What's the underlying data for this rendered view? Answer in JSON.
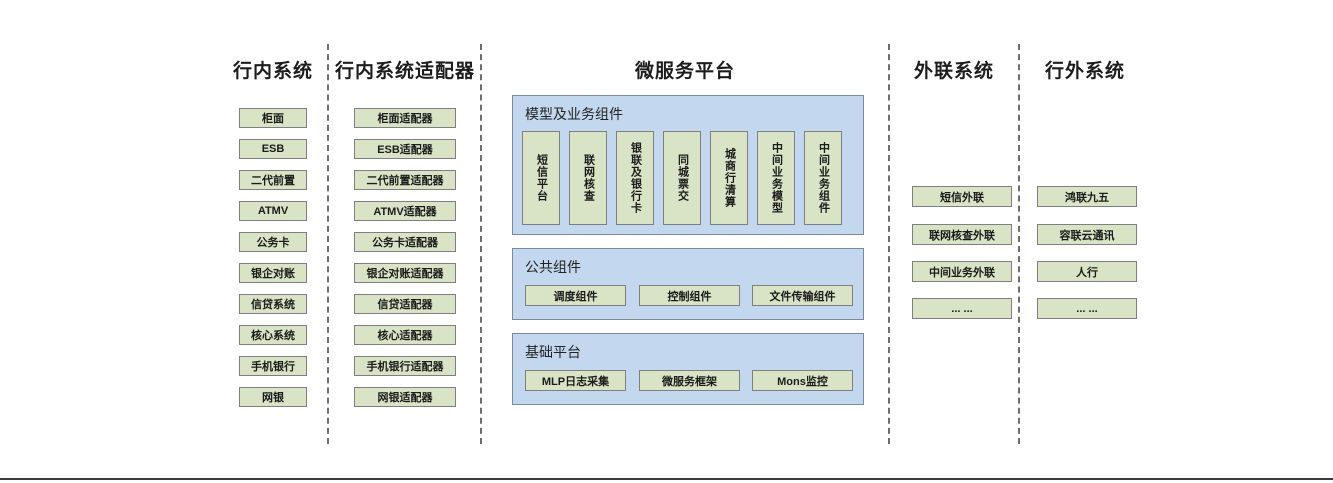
{
  "diagram": {
    "columns": [
      {
        "id": "internal-systems",
        "title": "行内系统",
        "items": [
          {
            "label": "柜面"
          },
          {
            "label": "ESB"
          },
          {
            "label": "二代前置"
          },
          {
            "label": "ATMV"
          },
          {
            "label": "公务卡"
          },
          {
            "label": "银企对账"
          },
          {
            "label": "信贷系统"
          },
          {
            "label": "核心系统"
          },
          {
            "label": "手机银行"
          },
          {
            "label": "网银"
          }
        ]
      },
      {
        "id": "internal-system-adapters",
        "title": "行内系统适配器",
        "items": [
          {
            "label": "柜面适配器"
          },
          {
            "label": "ESB适配器"
          },
          {
            "label": "二代前置适配器"
          },
          {
            "label": "ATMV适配器"
          },
          {
            "label": "公务卡适配器"
          },
          {
            "label": "银企对账适配器"
          },
          {
            "label": "信贷适配器"
          },
          {
            "label": "核心适配器"
          },
          {
            "label": "手机银行适配器"
          },
          {
            "label": "网银适配器"
          }
        ]
      },
      {
        "id": "microservice-platform",
        "title": "微服务平台",
        "panels": [
          {
            "id": "model-business-components",
            "title": "模型及业务组件",
            "orientation": "vertical",
            "items": [
              {
                "label": "短信平台"
              },
              {
                "label": "联网核查"
              },
              {
                "label": "银联及银行卡"
              },
              {
                "label": "同城票交"
              },
              {
                "label": "城商行清算"
              },
              {
                "label": "中间业务模型"
              },
              {
                "label": "中间业务组件"
              }
            ]
          },
          {
            "id": "public-components",
            "title": "公共组件",
            "orientation": "horizontal",
            "items": [
              {
                "label": "调度组件"
              },
              {
                "label": "控制组件"
              },
              {
                "label": "文件传输组件"
              }
            ]
          },
          {
            "id": "base-platform",
            "title": "基础平台",
            "orientation": "horizontal",
            "items": [
              {
                "label": "MLP日志采集"
              },
              {
                "label": "微服务框架"
              },
              {
                "label": "Mons监控"
              }
            ]
          }
        ]
      },
      {
        "id": "external-link-systems",
        "title": "外联系统",
        "items": [
          {
            "label": "短信外联"
          },
          {
            "label": "联网核查外联"
          },
          {
            "label": "中间业务外联"
          },
          {
            "label": "... ..."
          }
        ]
      },
      {
        "id": "outside-bank-systems",
        "title": "行外系统",
        "items": [
          {
            "label": "鸿联九五"
          },
          {
            "label": "容联云通讯"
          },
          {
            "label": "人行"
          },
          {
            "label": "... ..."
          }
        ]
      }
    ],
    "colors": {
      "box_fill": "#d8e4c5",
      "box_border": "#7f7f7f",
      "panel_fill": "#c3d8ef",
      "panel_border": "#7b8a9b",
      "separator": "#6e6e6e",
      "text": "#1b1b1b"
    }
  }
}
